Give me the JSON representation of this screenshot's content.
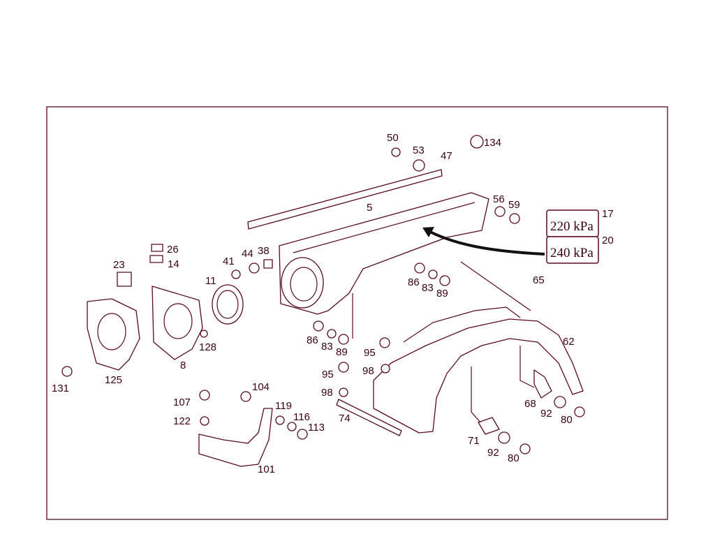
{
  "colors": {
    "stroke": "#5a0a1a",
    "text": "#3a0010",
    "background": "#ffffff"
  },
  "plates": [
    {
      "id": "plate-17",
      "text": "220  kPa"
    },
    {
      "id": "plate-20",
      "text": "240  kPa"
    }
  ],
  "labels": [
    "50",
    "53",
    "47",
    "134",
    "5",
    "56",
    "59",
    "17",
    "20",
    "26",
    "14",
    "23",
    "41",
    "44",
    "38",
    "11",
    "128",
    "8",
    "125",
    "131",
    "86",
    "83",
    "89",
    "86",
    "83",
    "89",
    "65",
    "62",
    "95",
    "98",
    "95",
    "98",
    "74",
    "107",
    "122",
    "104",
    "119",
    "116",
    "113",
    "101",
    "68",
    "92",
    "80",
    "71",
    "92",
    "80"
  ]
}
